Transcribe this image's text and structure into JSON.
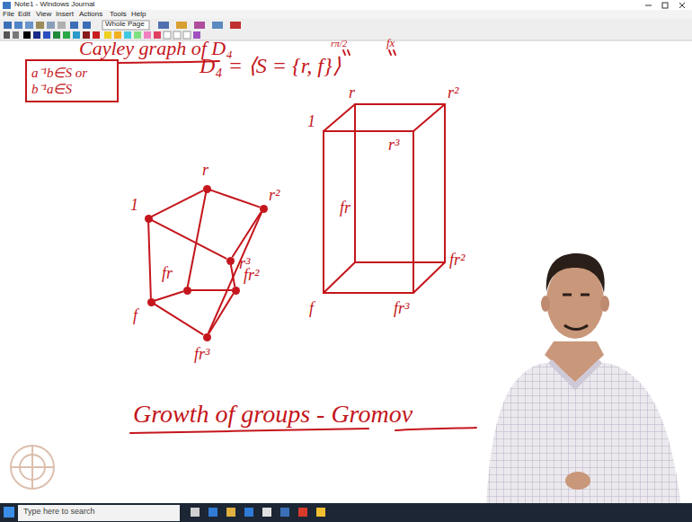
{
  "diagram": {
    "title": "Cayley graph of D₄",
    "nodes": [
      {
        "text": [
          "a⁻¹b∈S or b⁻¹a∈S"
        ]
      },
      {
        "text": [
          "1"
        ]
      },
      {
        "text": [
          "r"
        ]
      },
      {
        "text": [
          "r²"
        ]
      },
      {
        "text": [
          "r³"
        ]
      },
      {
        "text": [
          "f"
        ]
      },
      {
        "text": [
          "fr"
        ]
      },
      {
        "text": [
          "fr²"
        ]
      },
      {
        "text": [
          "fr³"
        ]
      }
    ],
    "edges": [
      {
        "from": 1,
        "to": 2,
        "arrow": "none"
      },
      {
        "from": 2,
        "to": 3,
        "arrow": "none"
      },
      {
        "from": 3,
        "to": 4,
        "arrow": "none"
      },
      {
        "from": 1,
        "to": 4,
        "arrow": "none"
      },
      {
        "from": 1,
        "to": 5,
        "arrow": "none"
      },
      {
        "from": 2,
        "to": 6,
        "arrow": "none"
      },
      {
        "from": 3,
        "to": 8,
        "arrow": "none"
      },
      {
        "from": 4,
        "to": 7,
        "arrow": "none"
      },
      {
        "from": 5,
        "to": 6,
        "arrow": "none"
      },
      {
        "from": 6,
        "to": 7,
        "arrow": "none"
      },
      {
        "from": 5,
        "to": 8,
        "arrow": "none"
      },
      {
        "from": 7,
        "to": 8,
        "arrow": "none"
      }
    ],
    "labels": [
      "Note1 - Windows Journal",
      "File",
      "Edit",
      "View",
      "Insert",
      "Actions",
      "Tools",
      "Help",
      "Whole Page",
      "D₄ = ⟨S = {r, f}⟩",
      "rπ/2",
      "fx",
      "1",
      "r",
      "r²",
      "r³",
      "fr",
      "fr²",
      "f",
      "fr³",
      "Growth of groups - Gromov",
      "Type here to search"
    ]
  }
}
